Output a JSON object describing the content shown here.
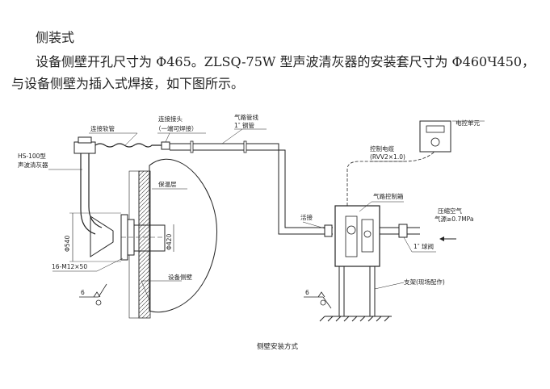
{
  "document": {
    "heading": "侧装式",
    "paragraph": "设备侧壁开孔尺寸为 Φ465。ZLSQ-75W  型声波清灰器的安装套尺寸为 Φ460Ч450，与设备侧壁为插入式焊接，如下图所示。"
  },
  "figure": {
    "caption": "侧壁安装方式",
    "labels": {
      "hose": "连接软管",
      "joint": "连接接头",
      "joint_note": "（一端可焊接）",
      "gas_line": "气路管线",
      "steel_pipe": "1″ 钢管",
      "control_unit": "电控单元",
      "control_cable": "控制电缆",
      "cable_spec": "(RVV2×1.0)",
      "device_line1": "HS-100型",
      "device_line2": "声波清灰器",
      "insulation": "保温层",
      "gas_box": "气路控制箱",
      "union": "活接",
      "compressed_air": "压缩空气",
      "air_source": "气源≥0.7MPa",
      "ball_valve": "1″ 球阀",
      "dim_540": "Φ540",
      "dim_420": "Φ420",
      "bolts": "16-M12×50",
      "weld_mark_left": "6",
      "weld_mark_right": "6",
      "side_wall": "设备侧壁",
      "bracket": "支架(现场配作)"
    }
  }
}
